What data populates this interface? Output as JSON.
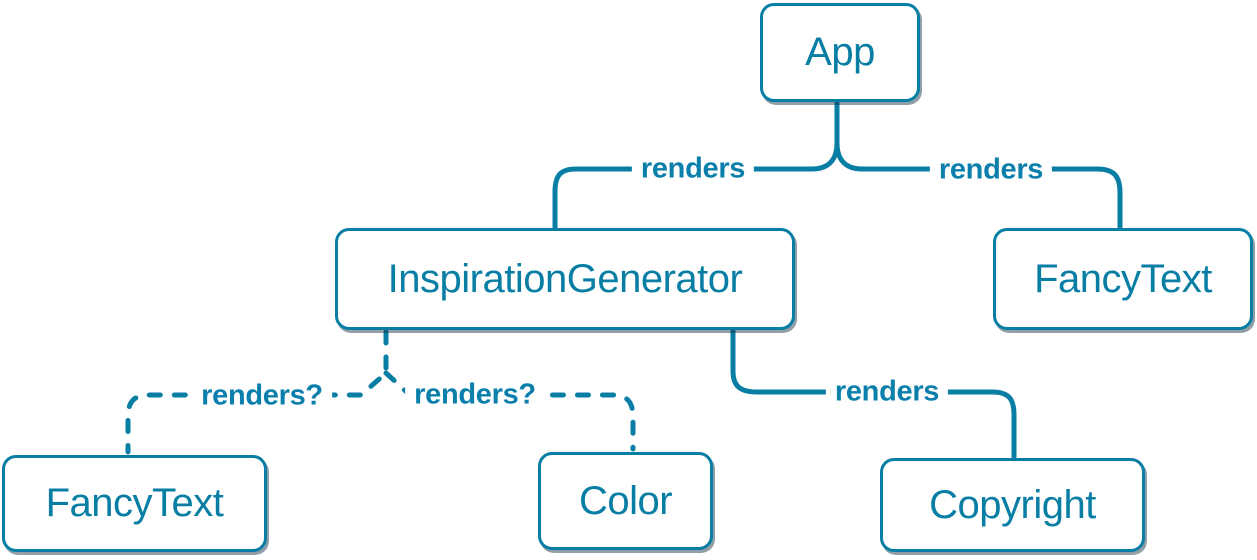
{
  "diagram": {
    "description": "React component render tree",
    "colors": {
      "accent": "#087ea4",
      "node_fill": "#ffffff",
      "label_text": "#0a7fab",
      "shadow": "rgba(10,44,63,0.45)",
      "background": "#ffffff"
    },
    "nodes": [
      {
        "id": "app",
        "label": "App"
      },
      {
        "id": "inspiration-generator",
        "label": "InspirationGenerator"
      },
      {
        "id": "fancy-text-top",
        "label": "FancyText"
      },
      {
        "id": "fancy-text-bottom",
        "label": "FancyText"
      },
      {
        "id": "color",
        "label": "Color"
      },
      {
        "id": "copyright",
        "label": "Copyright"
      }
    ],
    "edges": [
      {
        "from": "App",
        "to": "InspirationGenerator",
        "label": "renders",
        "style": "solid"
      },
      {
        "from": "App",
        "to": "FancyText",
        "label": "renders",
        "style": "solid"
      },
      {
        "from": "InspirationGenerator",
        "to": "FancyText",
        "label": "renders?",
        "style": "dashed"
      },
      {
        "from": "InspirationGenerator",
        "to": "Color",
        "label": "renders?",
        "style": "dashed"
      },
      {
        "from": "InspirationGenerator",
        "to": "Copyright",
        "label": "renders",
        "style": "solid"
      }
    ]
  }
}
